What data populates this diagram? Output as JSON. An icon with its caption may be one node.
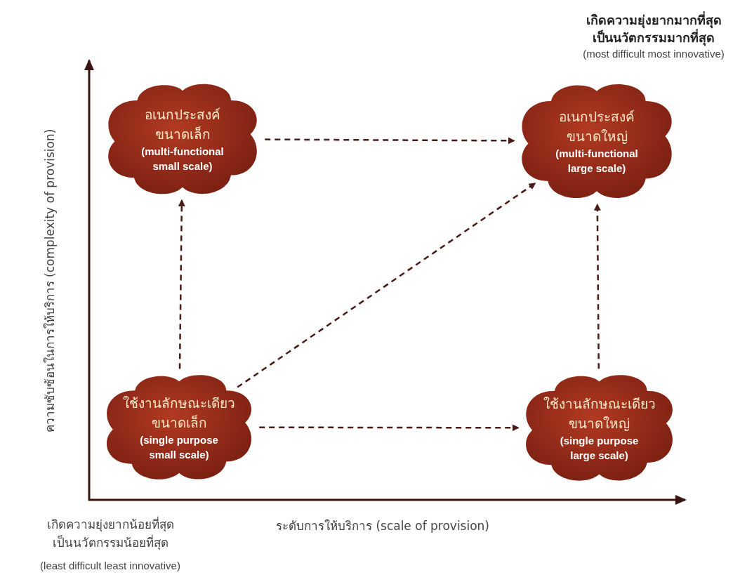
{
  "diagram": {
    "nodes": [
      {
        "text": [
          "อเนกประสงค์",
          "ขนาดเล็ก",
          "(multi-functional small scale)"
        ]
      },
      {
        "text": [
          "อเนกประสงค์",
          "ขนาดใหญ่",
          "(multi-functional large scale)"
        ]
      },
      {
        "text": [
          "ใช้งานลักษณะเดียว",
          "ขนาดเล็ก",
          "(single purpose small scale)"
        ]
      },
      {
        "text": [
          "ใช้งานลักษณะเดียว",
          "ขนาดใหญ่",
          "(single purpose large scale)"
        ]
      }
    ],
    "edges": [
      {
        "from": 0,
        "to": 1,
        "arrow": "to",
        "style": "dashed"
      },
      {
        "from": 2,
        "to": 0,
        "arrow": "to",
        "style": "dashed"
      },
      {
        "from": 2,
        "to": 1,
        "arrow": "to",
        "style": "dashed"
      },
      {
        "from": 2,
        "to": 3,
        "arrow": "to",
        "style": "dashed"
      },
      {
        "from": 3,
        "to": 1,
        "arrow": "to",
        "style": "dashed"
      }
    ],
    "labels": [
      "เกิดความยุ่งยากมากที่สุด",
      "เป็นนวัตกรรมมากที่สุด",
      "(most difficult most innovative)",
      "ความซับซ้อนในการให้บริการ (complexity of provision)",
      "เกิดความยุ่งยากน้อยที่สุด",
      "เป็นนวัตกรรมน้อยที่สุด",
      "ระดับการให้บริการ (scale of provision)",
      "(least difficult least innovative)"
    ]
  }
}
